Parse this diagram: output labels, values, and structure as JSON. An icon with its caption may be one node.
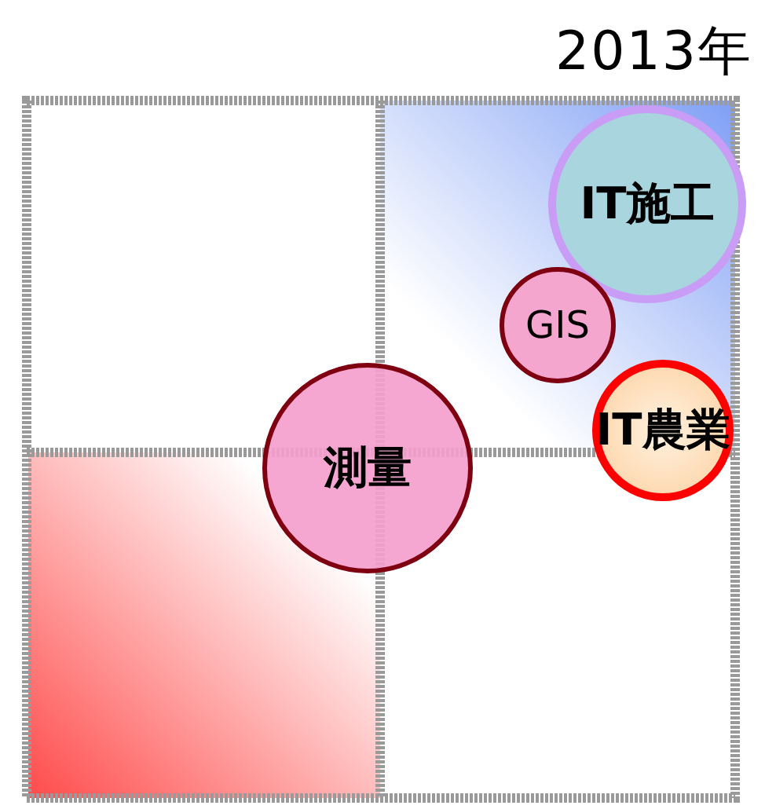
{
  "diagram": {
    "title": "2013年",
    "nodes": [
      {
        "text": [
          "IT施工"
        ]
      },
      {
        "text": [
          "GIS"
        ]
      },
      {
        "text": [
          "測量"
        ]
      },
      {
        "text": [
          "IT農業"
        ]
      }
    ]
  }
}
